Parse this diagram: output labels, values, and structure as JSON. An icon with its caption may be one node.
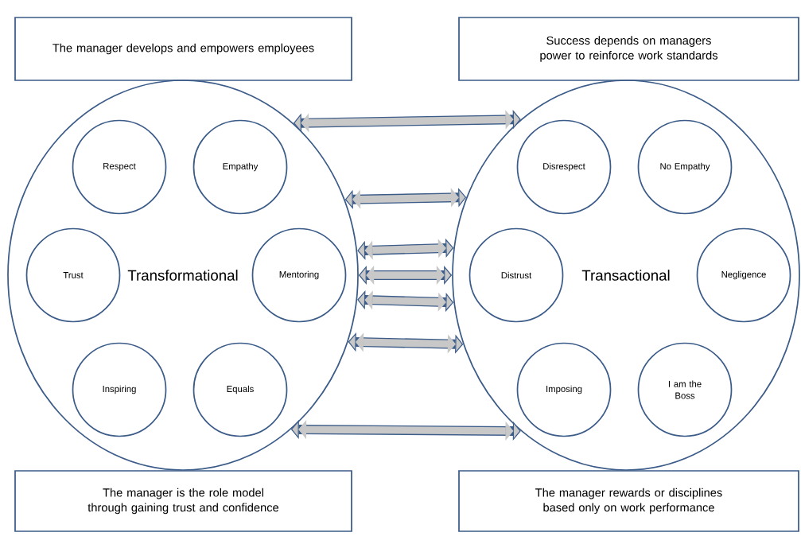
{
  "diagram": {
    "nodes": [
      {
        "text": [
          "The manager develops and empowers employees"
        ]
      },
      {
        "text": [
          "Success depends on managers power to reinforce work standards"
        ]
      },
      {
        "text": [
          "Transformational"
        ]
      },
      {
        "text": [
          "Respect"
        ],
        "in": 2
      },
      {
        "text": [
          "Empathy"
        ],
        "in": 2
      },
      {
        "text": [
          "Trust"
        ],
        "in": 2
      },
      {
        "text": [
          "Mentoring"
        ],
        "in": 2
      },
      {
        "text": [
          "Inspiring"
        ],
        "in": 2
      },
      {
        "text": [
          "Equals"
        ],
        "in": 2
      },
      {
        "text": [
          "Transactional"
        ]
      },
      {
        "text": [
          "Disrespect"
        ],
        "in": 9
      },
      {
        "text": [
          "No Empathy"
        ],
        "in": 9
      },
      {
        "text": [
          "Distrust"
        ],
        "in": 9
      },
      {
        "text": [
          "Negligence"
        ],
        "in": 9
      },
      {
        "text": [
          "Imposing"
        ],
        "in": 9
      },
      {
        "text": [
          "I am the Boss"
        ],
        "in": 9
      },
      {
        "text": [
          "The manager is the role model through gaining trust and confidence"
        ]
      },
      {
        "text": [
          "The manager rewards or disciplines based only on work performance"
        ]
      }
    ],
    "edges": [
      {
        "from": 2,
        "to": 9,
        "arrow": "both"
      },
      {
        "from": 2,
        "to": 9,
        "arrow": "both"
      },
      {
        "from": 2,
        "to": 9,
        "arrow": "both"
      },
      {
        "from": 2,
        "to": 9,
        "arrow": "both"
      },
      {
        "from": 2,
        "to": 9,
        "arrow": "both"
      },
      {
        "from": 2,
        "to": 9,
        "arrow": "both"
      },
      {
        "from": 2,
        "to": 9,
        "arrow": "both"
      }
    ]
  }
}
